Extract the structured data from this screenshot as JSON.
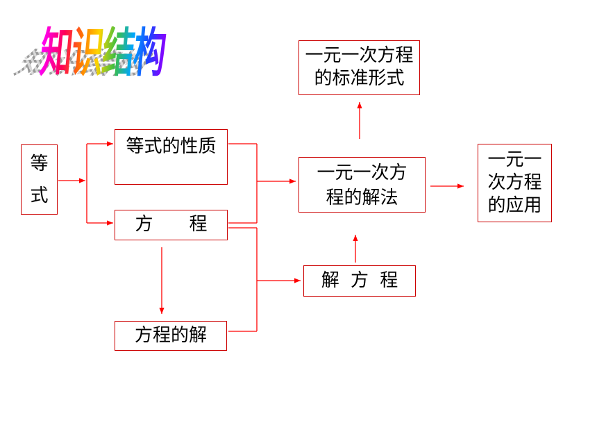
{
  "title": "知识结构",
  "colors": {
    "box_border": "#cc0000",
    "connector": "#ff0000",
    "text": "#000000"
  },
  "nodes": {
    "equality": {
      "lines": [
        "等",
        "式"
      ]
    },
    "equality_properties": {
      "label": "等式的性质"
    },
    "equation": {
      "label": "方　　程"
    },
    "equation_solution": {
      "label": "方程的解"
    },
    "standard_form": {
      "lines": [
        "一元一次方程",
        "的标准形式"
      ]
    },
    "solving_method": {
      "lines": [
        "一元一次方",
        "程的解法"
      ]
    },
    "solving_equation": {
      "label": "解 方 程"
    },
    "application": {
      "lines": [
        "一元一",
        "次方程",
        "的应用"
      ]
    }
  }
}
